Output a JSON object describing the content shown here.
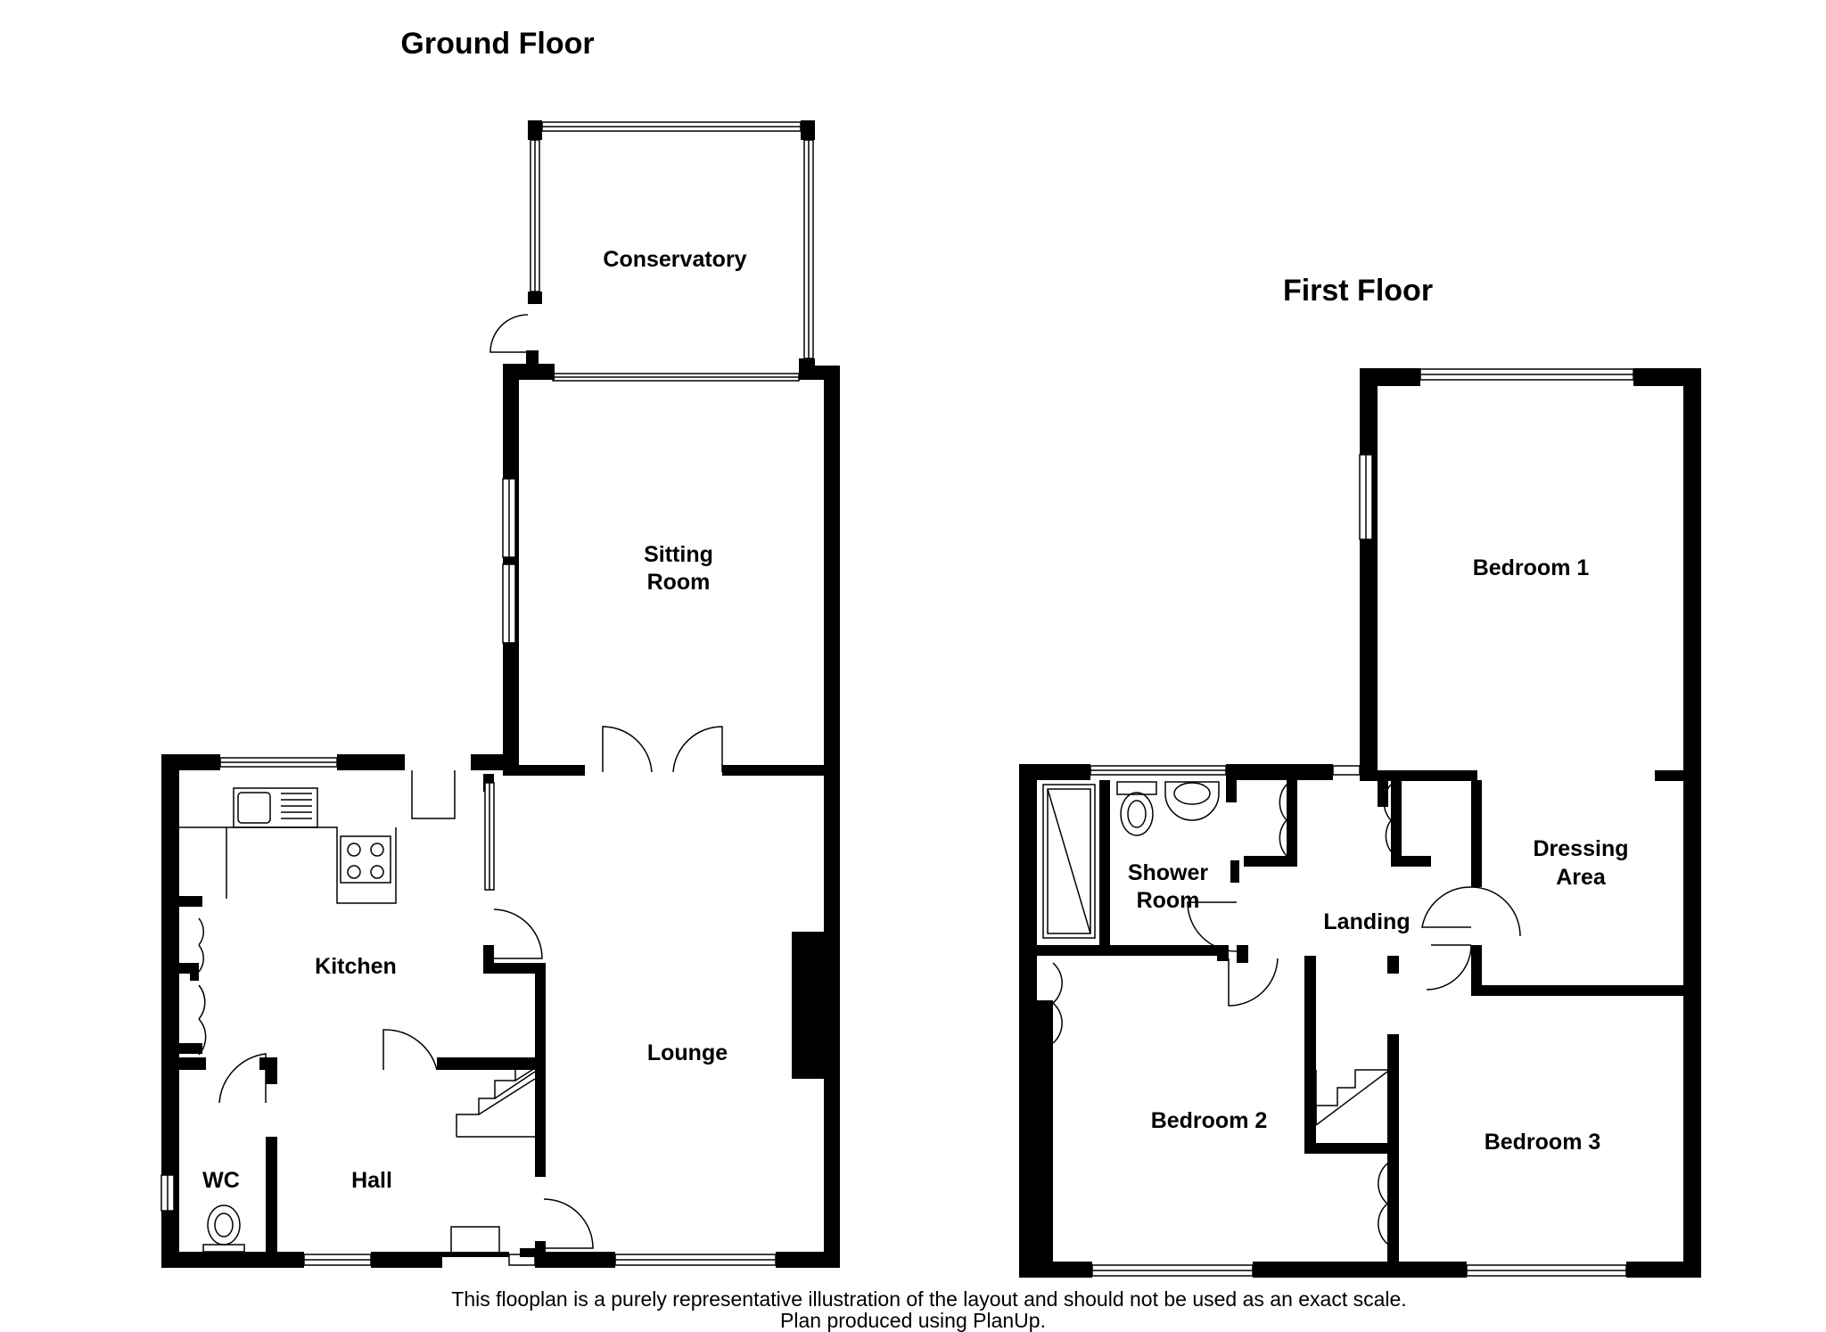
{
  "floors": {
    "ground": {
      "title": "Ground Floor",
      "rooms": {
        "conservatory": "Conservatory",
        "sitting_room_1": "Sitting",
        "sitting_room_2": "Room",
        "kitchen": "Kitchen",
        "lounge": "Lounge",
        "wc": "WC",
        "hall": "Hall"
      }
    },
    "first": {
      "title": "First Floor",
      "rooms": {
        "bedroom_1": "Bedroom 1",
        "dressing_area_1": "Dressing",
        "dressing_area_2": "Area",
        "shower_room_1": "Shower",
        "shower_room_2": "Room",
        "landing": "Landing",
        "bedroom_2": "Bedroom 2",
        "bedroom_3": "Bedroom 3"
      }
    }
  },
  "footer": {
    "line1": "This flooplan is a purely representative illustration of the layout and should not be used as an exact scale.",
    "line2": "Plan produced using PlanUp."
  }
}
